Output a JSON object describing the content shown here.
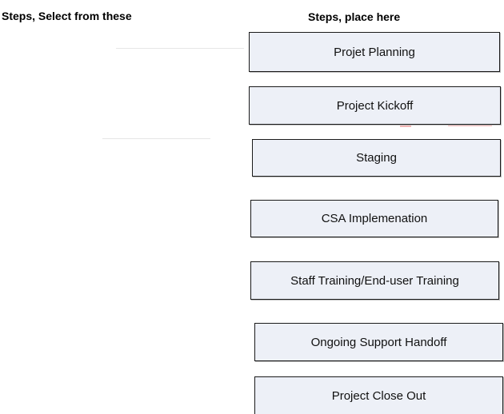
{
  "headings": {
    "select_area": "Steps, Select from these",
    "place_area": "Steps, place here"
  },
  "steps": [
    {
      "label": "Projet Planning"
    },
    {
      "label": "Project Kickoff"
    },
    {
      "label": "Staging"
    },
    {
      "label": "CSA Implemenation"
    },
    {
      "label": "Staff Training/End-user Training"
    },
    {
      "label": "Ongoing Support Handoff"
    },
    {
      "label": "Project Close Out"
    }
  ],
  "colors": {
    "box_fill": "#edf0f7",
    "box_border": "#1a1a1a",
    "text": "#000000"
  }
}
